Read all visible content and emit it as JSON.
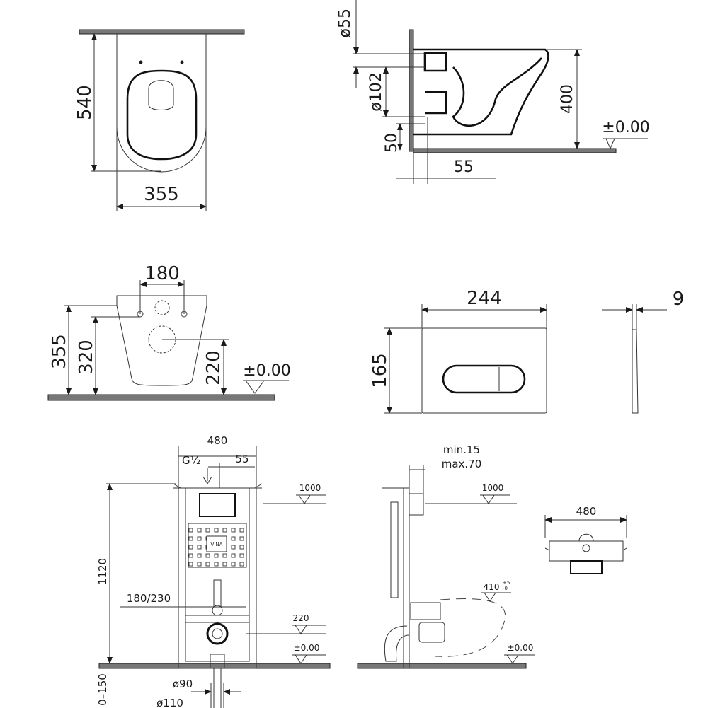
{
  "views": {
    "top": {
      "depth": "540",
      "width": "355"
    },
    "side": {
      "inlet_dia": "ø55",
      "outlet_dia": "ø102",
      "outlet_height": "50",
      "outlet_offset": "55",
      "bowl_height": "400",
      "floor_level": "±0.00"
    },
    "front": {
      "bolt_spacing": "180",
      "total_height": "355",
      "bolt_height": "320",
      "outlet_height": "220",
      "floor_level": "±0.00"
    },
    "plate": {
      "width": "244",
      "height": "165",
      "thickness": "9"
    },
    "frame_front": {
      "width": "480",
      "water_inlet": "G½",
      "inlet_offset": "55",
      "top_level": "1000",
      "frame_height": "1120",
      "bolt_spacing": "180/230",
      "outlet_level": "220",
      "floor_level": "±0.00",
      "adjust": "0–150",
      "pipe_90": "ø90",
      "pipe_110": "ø110",
      "logo": "VINA"
    },
    "frame_side": {
      "depth_min": "min.15",
      "depth_max": "max.70",
      "top_level": "1000",
      "seat_level": "410",
      "seat_tol_plus": "+5",
      "seat_tol_minus": "-0",
      "floor_level": "±0.00"
    },
    "frame_top": {
      "width": "480"
    }
  }
}
